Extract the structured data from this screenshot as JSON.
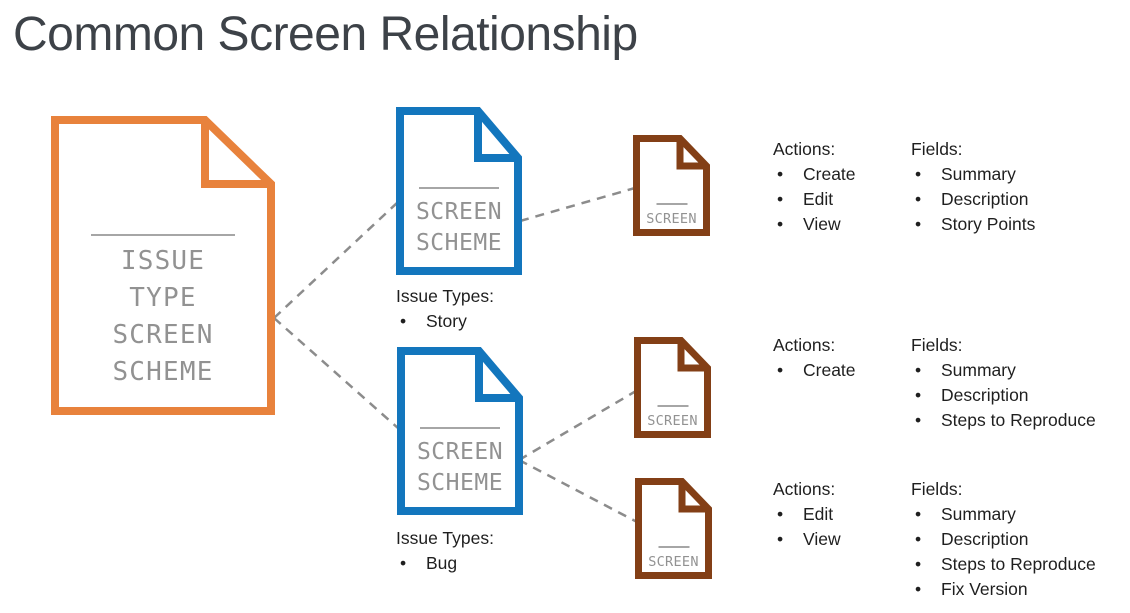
{
  "title": "Common Screen Relationship",
  "colors": {
    "orange": "#E8823C",
    "blue": "#1376BD",
    "brown": "#833F16",
    "doc_text": "#929292",
    "doc_rule": "#A6A6A6",
    "dash": "#8C8C8C",
    "ink": "#1F1F1F",
    "title_ink": "#3D4248"
  },
  "docs": {
    "issue_type_screen_scheme": {
      "lines": [
        "ISSUE",
        "TYPE",
        "SCREEN",
        "SCHEME"
      ]
    },
    "screen_scheme_story": {
      "lines": [
        "SCREEN",
        "SCHEME"
      ]
    },
    "screen_scheme_bug": {
      "lines": [
        "SCREEN",
        "SCHEME"
      ]
    },
    "screen_story": {
      "label": "SCREEN"
    },
    "screen_bug_create": {
      "label": "SCREEN"
    },
    "screen_bug_editview": {
      "label": "SCREEN"
    }
  },
  "issue_types": {
    "story": {
      "heading": "Issue Types:",
      "items": [
        "Story"
      ]
    },
    "bug": {
      "heading": "Issue Types:",
      "items": [
        "Bug"
      ]
    }
  },
  "panels": [
    {
      "actions_heading": "Actions:",
      "actions": [
        "Create",
        "Edit",
        "View"
      ],
      "fields_heading": "Fields:",
      "fields": [
        "Summary",
        "Description",
        "Story Points"
      ]
    },
    {
      "actions_heading": "Actions:",
      "actions": [
        "Create"
      ],
      "fields_heading": "Fields:",
      "fields": [
        "Summary",
        "Description",
        "Steps to Reproduce"
      ]
    },
    {
      "actions_heading": "Actions:",
      "actions": [
        "Edit",
        "View"
      ],
      "fields_heading": "Fields:",
      "fields": [
        "Summary",
        "Description",
        "Steps to Reproduce",
        "Fix Version"
      ]
    }
  ]
}
